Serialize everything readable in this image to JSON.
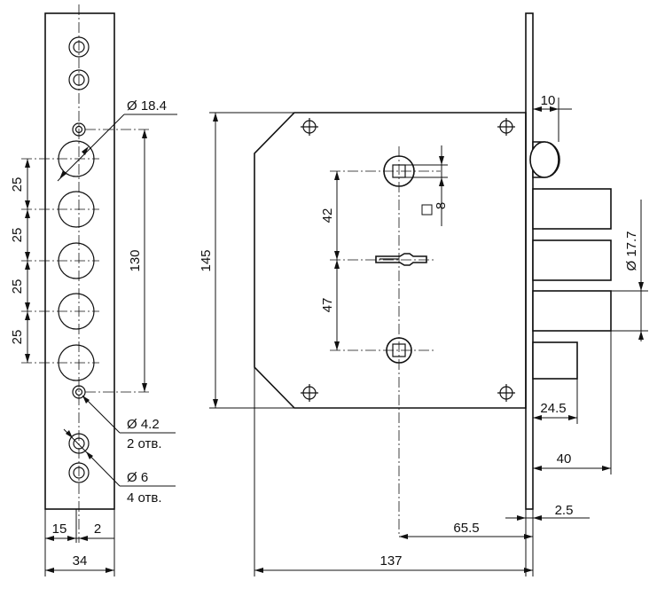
{
  "drawing": {
    "faceplate": {
      "bolt_hole_label": "Ø 18.4",
      "bolt_pitch_1": "25",
      "bolt_pitch_2": "25",
      "bolt_pitch_3": "25",
      "bolt_pitch_4": "25",
      "bolt_span": "130",
      "small_hole_label": "Ø 4.2",
      "small_hole_count": "2 отв.",
      "screw_hole_label": "Ø 6",
      "screw_hole_count": "4 отв.",
      "offset_left": "15",
      "offset_right": "2",
      "width": "34"
    },
    "body": {
      "height": "145",
      "spindle_to_key": "42",
      "key_to_cylinder": "47",
      "square_label": "8",
      "plate_thickness": "10",
      "bolt_diameter": "Ø 17.7",
      "latch_projection": "24.5",
      "bolt_projection": "40",
      "faceplate_thickness": "2.5",
      "backset": "65.5",
      "total_length": "137"
    }
  }
}
